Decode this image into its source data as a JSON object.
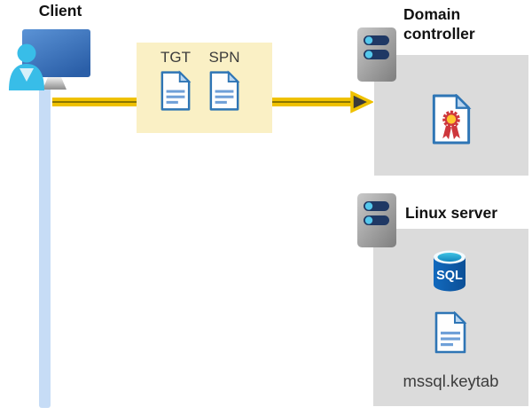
{
  "client": {
    "label": "Client"
  },
  "ticket_box": {
    "tgt": "TGT",
    "spn": "SPN"
  },
  "domain_controller": {
    "label": "Domain controller"
  },
  "linux_server": {
    "label": "Linux server",
    "keytab": "mssql.keytab"
  },
  "icons": {
    "client": "client-workstation-icon",
    "server": "server-icon",
    "tgt": "tgt-document-icon",
    "spn": "spn-document-icon",
    "certificate": "certificate-icon",
    "sql": "sql-database-icon",
    "keytab": "keytab-document-icon",
    "arrow": "kerberos-request-arrow"
  },
  "colors": {
    "title-text": "#111111",
    "muted-text": "#3C3C3C",
    "line-blue": "#C6DCF6",
    "box-yellow": "#FAF0C5",
    "box-gray": "#DBDBDB",
    "arrow-gold": "#EFC100",
    "arrow-gold-dark": "#8A7600",
    "arrow-dark": "#3B3B3B",
    "doc-stroke": "#2E75B5",
    "doc-lines": "#6FA0D8",
    "doc-fold": "#BAD6F0",
    "rosette-red": "#CE373C",
    "rosette-yellow": "#FFC52F",
    "pill-navy": "#1F3864",
    "pill-dot": "#55C8EC",
    "person-cyan": "#38BDE8"
  }
}
